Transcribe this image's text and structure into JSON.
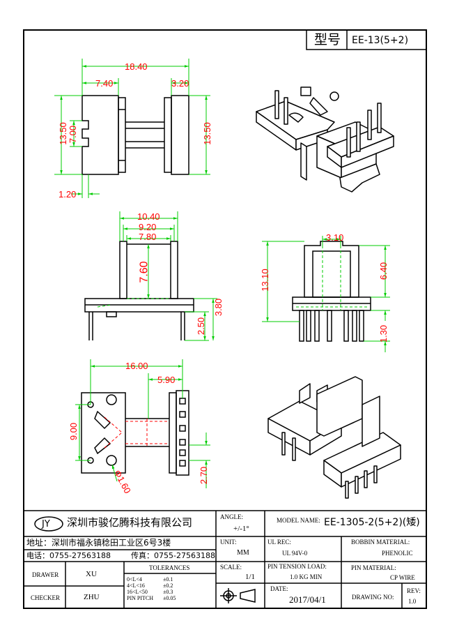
{
  "header": {
    "type_label": "型号",
    "type_value": "EE-13(5+2)"
  },
  "dims": {
    "d_18_40": "18.40",
    "d_7_40": "7.40",
    "d_3_20": "3.20",
    "d_13_50_left": "13.50",
    "d_7_00": "7.00",
    "d_13_50_right": "13.50",
    "d_1_20": "1.20",
    "d_10_40": "10.40",
    "d_9_20": "9.20",
    "d_7_80": "7.80",
    "d_7_60": "7.60",
    "d_3_80": "3.80",
    "d_2_50": "2.50",
    "d_3_10": "3.10",
    "d_13_10": "13.10",
    "d_6_40": "6.40",
    "d_1_30": "1.30",
    "d_16_00": "16.00",
    "d_5_90": "5.90",
    "d_9_00": "9.00",
    "d_2_70": "2.70",
    "d_phi": "Φ1.60"
  },
  "title_block": {
    "logo": "JY",
    "company": "深圳市骏亿腾科技有限公司",
    "angle_label": "ANGLE:",
    "angle_value": "+/-1°",
    "model_name_label": "MODEL NAME:",
    "model_name_value": "EE-1305-2(5+2)(矮)",
    "address": "地址：深圳市福永镇稔田工业区6号3楼",
    "unit_label": "UNIT:",
    "unit_value": "MM",
    "ul_rec_label": "UL REC:",
    "ul_rec_value": "UL 94V-0",
    "bobbin_material_label": "BOBBIN MATERIAL:",
    "bobbin_material_value": "PHENOLIC",
    "phone": "电话：0755-27563188",
    "fax": "传真：0755-27563188",
    "scale_label": "SCALE:",
    "scale_value": "1/1",
    "pin_tension_label": "PIN TENSION LOAD:",
    "pin_tension_value": "1.0 KG MIN",
    "pin_material_label": "PIN MATERIAL:",
    "pin_material_value": "CP WIRE",
    "drawer_label": "DRAWER",
    "drawer_value": "XU",
    "checker_label": "CHECKER",
    "checker_value": "ZHU",
    "tolerances_label": "TOLERANCES",
    "tol_ranges": [
      "0<L<4",
      "4<L<16",
      "16<L<50",
      "PIN PITCH"
    ],
    "tol_values": [
      "±0.1",
      "±0.2",
      "±0.3",
      "±0.05"
    ],
    "date_label": "DATE:",
    "date_value": "2017/04/1",
    "drawing_no_label": "DRAWING NO:",
    "rev_label": "REV:",
    "rev_value": "1.0"
  }
}
